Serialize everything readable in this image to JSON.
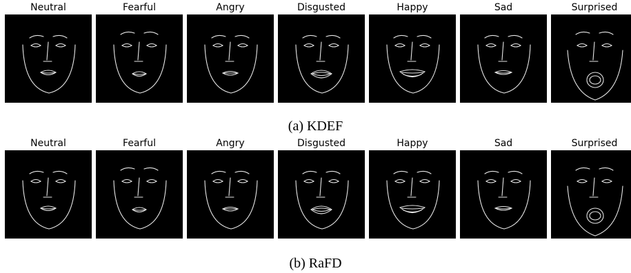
{
  "figure": {
    "rows": [
      {
        "caption": "(a) KDEF",
        "faces": [
          {
            "label": "Neutral",
            "expression": "neutral"
          },
          {
            "label": "Fearful",
            "expression": "fearful"
          },
          {
            "label": "Angry",
            "expression": "angry"
          },
          {
            "label": "Disgusted",
            "expression": "disgusted"
          },
          {
            "label": "Happy",
            "expression": "happy"
          },
          {
            "label": "Sad",
            "expression": "sad"
          },
          {
            "label": "Surprised",
            "expression": "surprised"
          }
        ]
      },
      {
        "caption": "(b) RaFD",
        "faces": [
          {
            "label": "Neutral",
            "expression": "neutral"
          },
          {
            "label": "Fearful",
            "expression": "fearful"
          },
          {
            "label": "Angry",
            "expression": "angry"
          },
          {
            "label": "Disgusted",
            "expression": "disgusted"
          },
          {
            "label": "Happy",
            "expression": "happy"
          },
          {
            "label": "Sad",
            "expression": "sad"
          },
          {
            "label": "Surprised",
            "expression": "surprised"
          }
        ]
      }
    ],
    "colors": {
      "background": "#000000",
      "line": "#e8e8e8",
      "page": "#ffffff"
    }
  }
}
